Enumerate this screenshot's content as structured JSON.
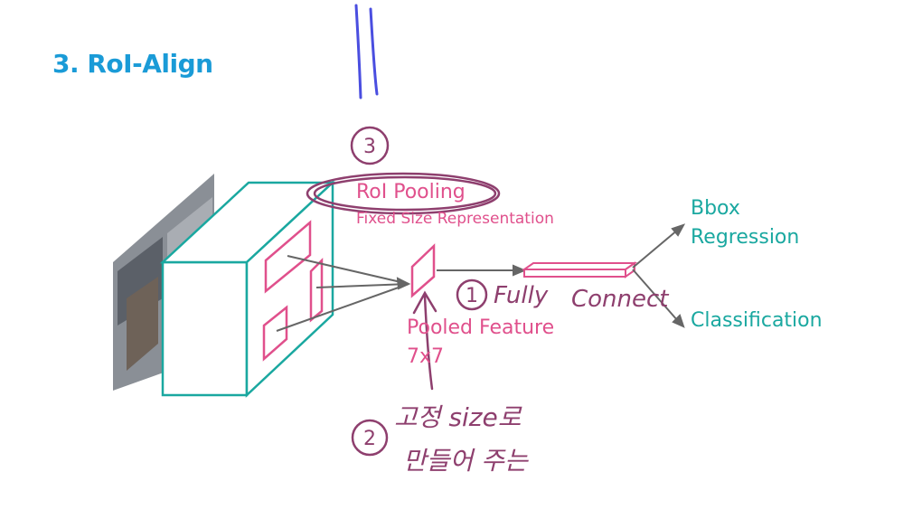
{
  "title": "3. RoI-Align",
  "labels": {
    "roi_pooling": "RoI Pooling",
    "roi_pooling_sub": "Fixed Size Representation",
    "pooled_feature": "Pooled Feature",
    "pooled_size": "7x7",
    "bbox_line1": "Bbox",
    "bbox_line2": "Regression",
    "classification": "Classification"
  },
  "annotations": {
    "fully": "Fully",
    "connect": "Connect",
    "korean_line1": "고정 size로",
    "korean_line2": "만들어 주는",
    "circle_1": "1",
    "circle_2": "2",
    "circle_3": "3"
  },
  "colors": {
    "title": "#1a9bd7",
    "teal": "#1aa8a0",
    "pink": "#e0508c",
    "annotation": "#8e3f6e",
    "marker_blue": "#4a4ee0",
    "arrow": "#666666"
  }
}
